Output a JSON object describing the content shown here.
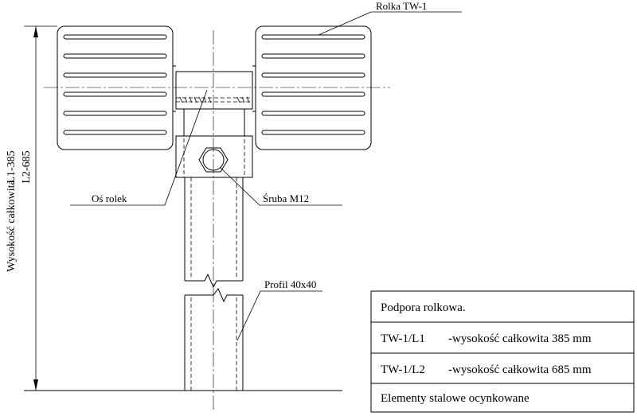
{
  "labels": {
    "roller": "Rolka  TW-1",
    "axle": "Oś rolek",
    "bolt": "Śruba M12",
    "profile": "Profil 40x40"
  },
  "dimension": {
    "height_label": "Wysokość całkowita",
    "l1": "L1-385",
    "l2": "L2-685"
  },
  "table": {
    "title": "Podpora rolkowa.",
    "rows": [
      {
        "code": "TW-1/L1",
        "desc": "-wysokość całkowita 385 mm"
      },
      {
        "code": "TW-1/L2",
        "desc": "-wysokość całkowita 685 mm"
      }
    ],
    "note": "Elementy stalowe  ocynkowane"
  }
}
